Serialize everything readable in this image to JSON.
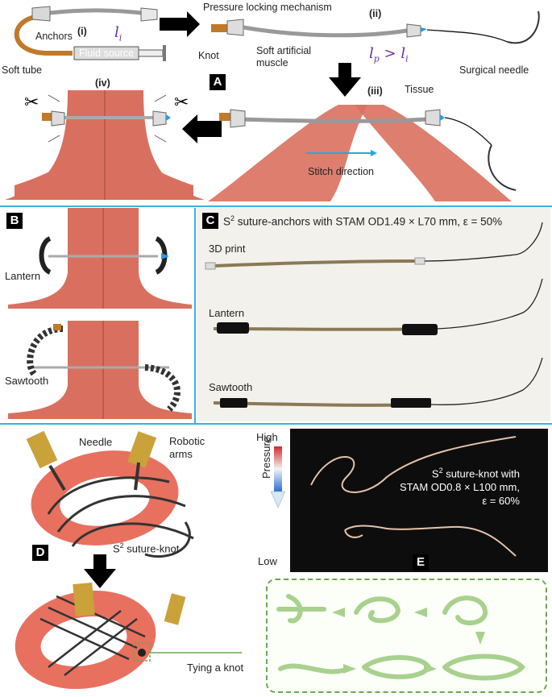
{
  "panels": {
    "A": {
      "badge": "A",
      "step_i": "(i)",
      "step_ii": "(ii)",
      "step_iii": "(iii)",
      "step_iv": "(iv)",
      "anchors": "Anchors",
      "li": "l",
      "li_sub": "i",
      "soft_tube": "Soft tube",
      "fluid_source": "Fluid source",
      "pressure_locking": "Pressure locking mechanism",
      "knot": "Knot",
      "soft_muscle_1": "Soft artificial",
      "soft_muscle_2": "muscle",
      "lp_gt_li": "l",
      "lp_sub": "p",
      "gt": " > ",
      "li2": "l",
      "li2_sub": "i",
      "surgical_needle": "Surgical needle",
      "tissue": "Tissue",
      "stitch_direction": "Stitch direction"
    },
    "B": {
      "badge": "B",
      "lantern": "Lantern",
      "sawtooth": "Sawtooth"
    },
    "C": {
      "badge": "C",
      "title_prefix": "S",
      "title_sup": "2",
      "title_rest": " suture-anchors with STAM OD1.49 × L70 mm, ε = 50%",
      "row1": "3D print",
      "row2": "Lantern",
      "row3": "Sawtooth"
    },
    "D": {
      "badge": "D",
      "needle": "Needle",
      "robotic_1": "Robotic",
      "robotic_2": "arms",
      "suture_knot_prefix": "S",
      "suture_knot_sup": "2",
      "suture_knot_rest": " suture-knot",
      "tying": "Tying a knot"
    },
    "E": {
      "badge": "E",
      "high": "High",
      "low": "Low",
      "pressure": "Pressure",
      "line1_prefix": "S",
      "line1_sup": "2",
      "line1_rest": " suture-knot with",
      "line2": "STAM OD0.8 × L100 mm,",
      "line3": "ε = 60%"
    }
  },
  "colors": {
    "accent_divider": "#3ab3e0",
    "tissue": "#d9705f",
    "soft_tube": "#c07a2a",
    "knot_green": "#a9d18e"
  }
}
